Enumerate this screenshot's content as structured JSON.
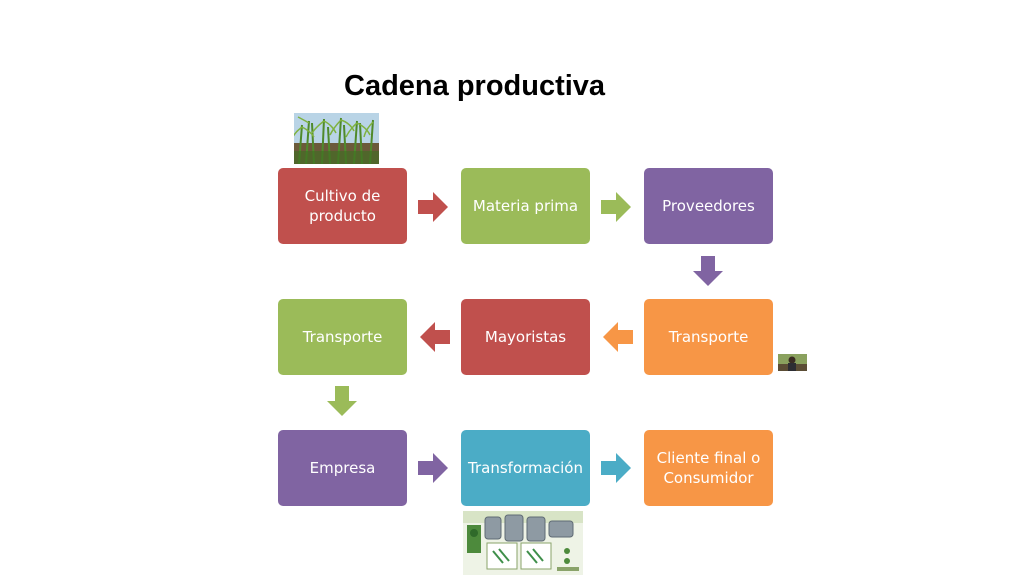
{
  "title": "Cadena productiva",
  "colors": {
    "red": "#C0504D",
    "green": "#9BBB59",
    "purple": "#8064A2",
    "orange": "#F79646",
    "teal": "#4BACC6"
  },
  "steps": [
    {
      "label": "Cultivo de producto",
      "color": "red"
    },
    {
      "label": "Materia prima",
      "color": "green"
    },
    {
      "label": "Proveedores",
      "color": "purple"
    },
    {
      "label": "Transporte",
      "color": "orange"
    },
    {
      "label": "Mayoristas",
      "color": "red"
    },
    {
      "label": "Transporte",
      "color": "green"
    },
    {
      "label": "Empresa",
      "color": "purple"
    },
    {
      "label": "Transformación",
      "color": "teal"
    },
    {
      "label": "Cliente final o Consumidor",
      "color": "orange"
    }
  ],
  "images": [
    "sugarcane-field-photo",
    "farmer-photo",
    "processing-plant-illustration"
  ]
}
